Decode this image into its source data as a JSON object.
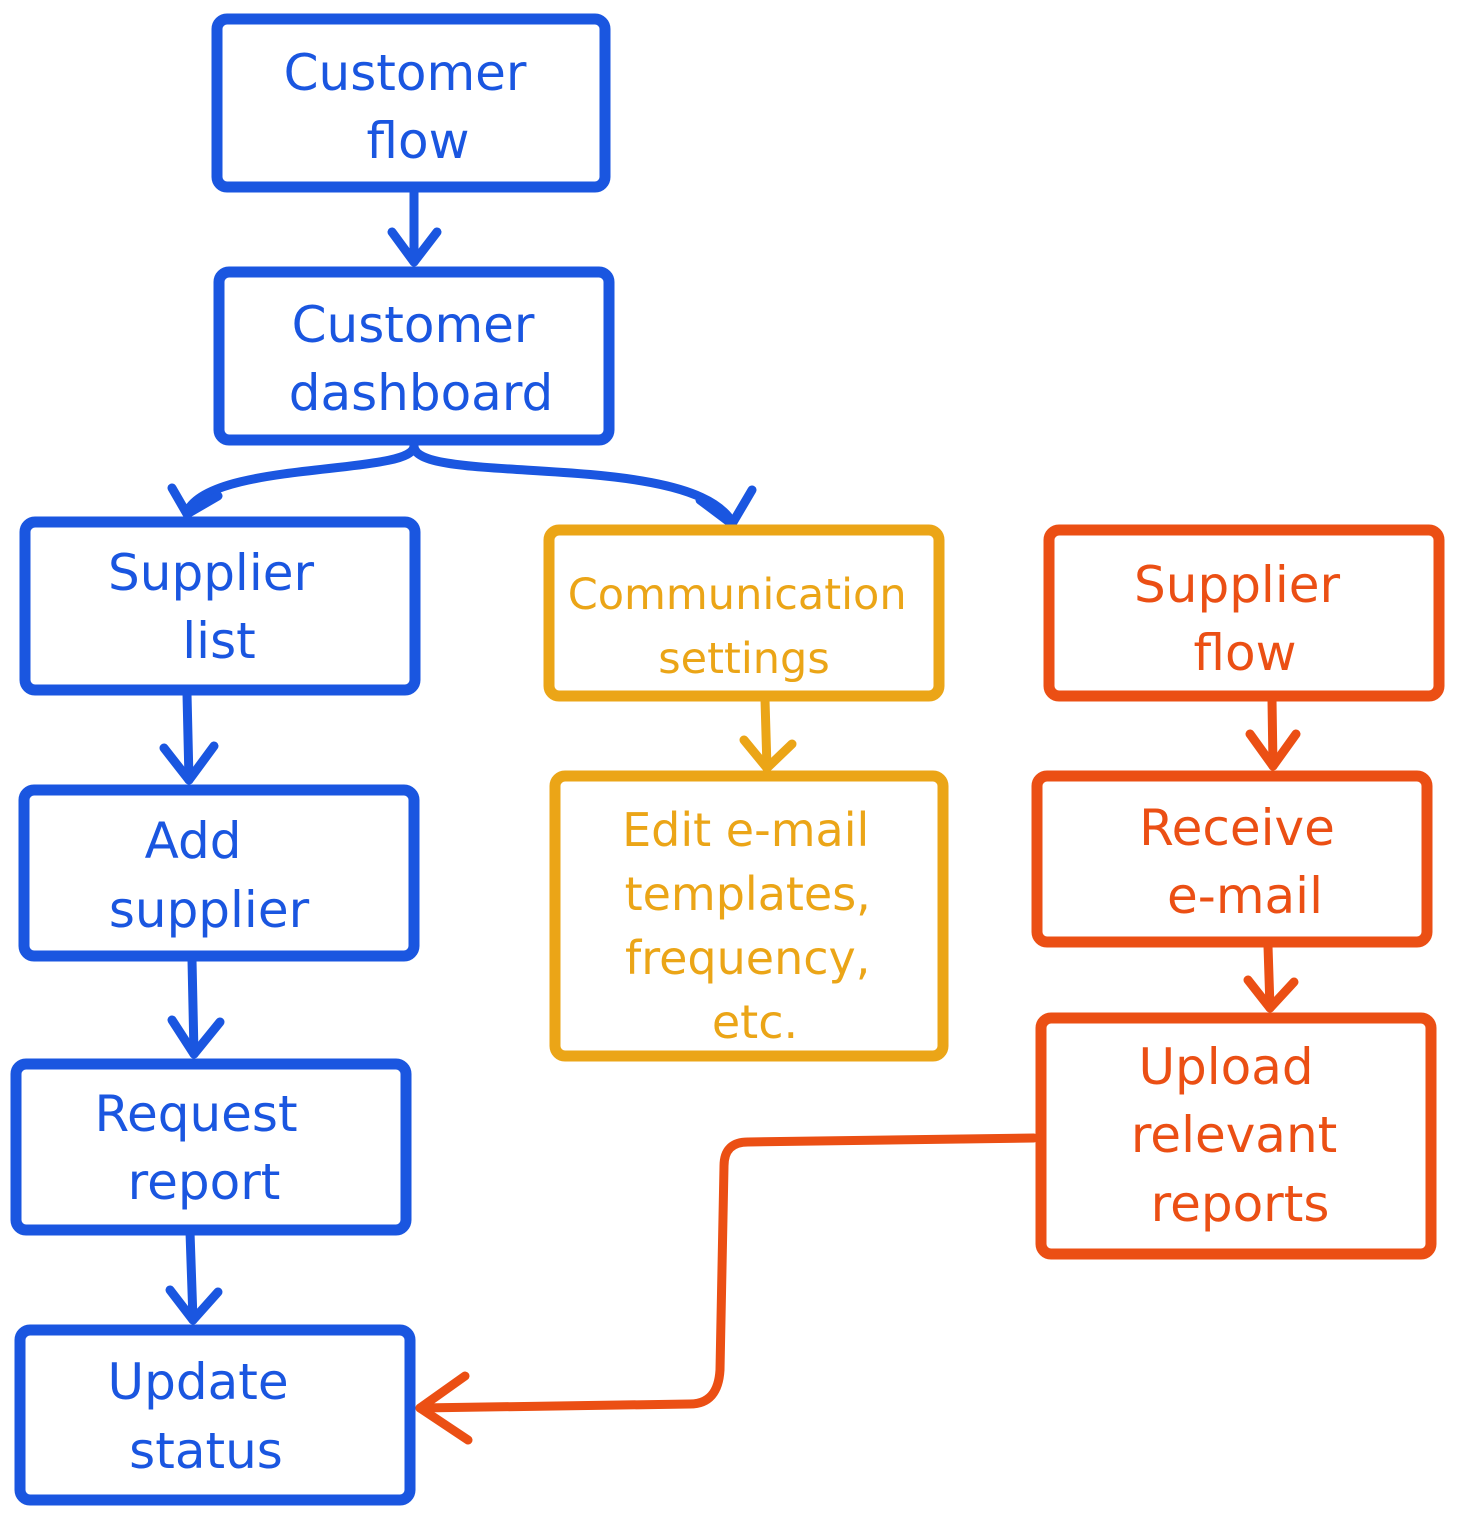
{
  "colors": {
    "blue": "#1a56e0",
    "amber": "#eba517",
    "orange": "#eb4f14"
  },
  "nodes": {
    "customer_flow": {
      "lines": [
        "Customer",
        "flow"
      ]
    },
    "customer_dashboard": {
      "lines": [
        "Customer",
        "dashboard"
      ]
    },
    "supplier_list": {
      "lines": [
        "Supplier",
        "list"
      ]
    },
    "add_supplier": {
      "lines": [
        "Add",
        "supplier"
      ]
    },
    "request_report": {
      "lines": [
        "Request",
        "report"
      ]
    },
    "update_status": {
      "lines": [
        "Update",
        "status"
      ]
    },
    "communication_settings": {
      "lines": [
        "Communication",
        "settings"
      ]
    },
    "edit_email_templates": {
      "lines": [
        "Edit e-mail",
        "templates,",
        "frequency,",
        "etc."
      ]
    },
    "supplier_flow": {
      "lines": [
        "Supplier",
        "flow"
      ]
    },
    "receive_email": {
      "lines": [
        "Receive",
        "e-mail"
      ]
    },
    "upload_relevant_reports": {
      "lines": [
        "Upload",
        "relevant",
        "reports"
      ]
    }
  },
  "edges": [
    {
      "from": "Customer flow",
      "to": "Customer dashboard"
    },
    {
      "from": "Customer dashboard",
      "to": "Supplier list"
    },
    {
      "from": "Customer dashboard",
      "to": "Communication settings"
    },
    {
      "from": "Supplier list",
      "to": "Add supplier"
    },
    {
      "from": "Add supplier",
      "to": "Request report"
    },
    {
      "from": "Request report",
      "to": "Update status"
    },
    {
      "from": "Communication settings",
      "to": "Edit e-mail templates, frequency, etc."
    },
    {
      "from": "Supplier flow",
      "to": "Receive e-mail"
    },
    {
      "from": "Receive e-mail",
      "to": "Upload relevant reports"
    },
    {
      "from": "Upload relevant reports",
      "to": "Update status"
    }
  ]
}
